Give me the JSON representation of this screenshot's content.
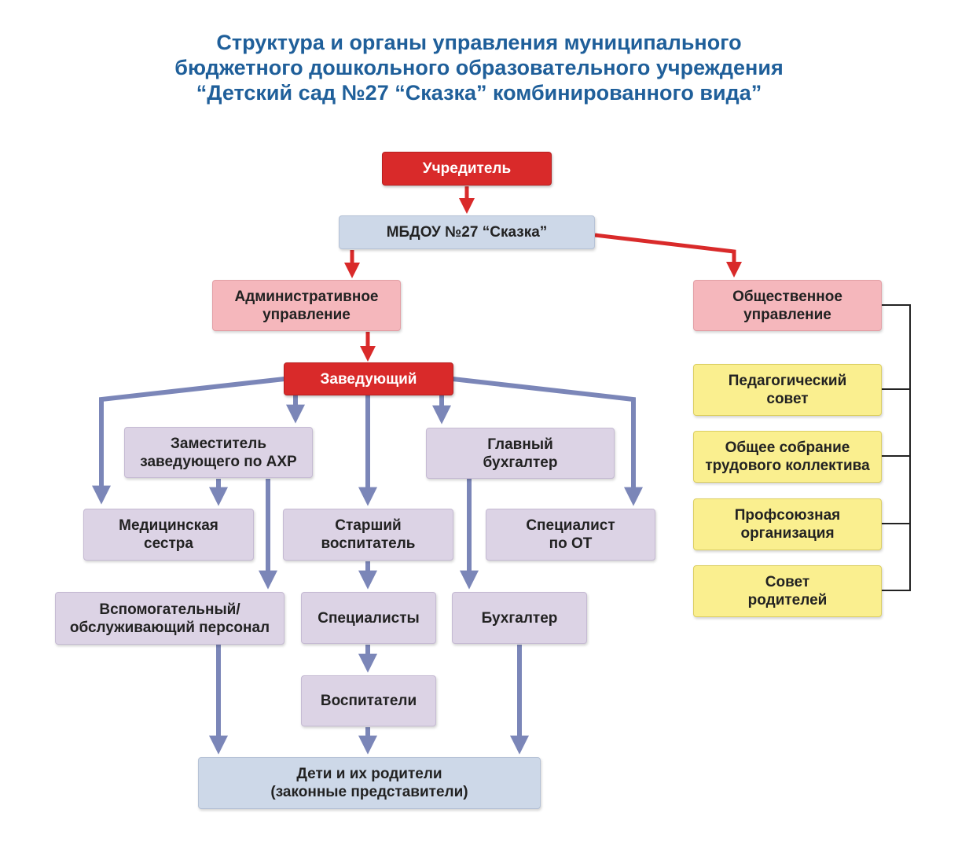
{
  "title": {
    "line1": "Структура и органы управления муниципального",
    "line2": "бюджетного дошкольного образовательного учреждения",
    "line3": "“Детский сад №27 “Сказка” комбинированного вида”"
  },
  "nodes": {
    "founder": "Учредитель",
    "mbdou": "МБДОУ №27 “Сказка”",
    "admin": "Административное\nуправление",
    "public": "Общественное\nуправление",
    "head": "Заведующий",
    "deputy": "Заместитель\nзаведующего по АХР",
    "chief_accountant": "Главный\nбухгалтер",
    "nurse": "Медицинская\nсестра",
    "senior_teacher": "Старший\nвоспитатель",
    "ot_specialist": "Специалист\nпо ОТ",
    "support_staff": "Вспомогательный/\nобслуживающий персонал",
    "specialists": "Специалисты",
    "accountant": "Бухгалтер",
    "teachers": "Воспитатели",
    "children": "Дети и их родители\n(законные представители)",
    "ped_council": "Педагогический\nсовет",
    "general_meeting": "Общее собрание\nтрудового коллектива",
    "union": "Профсоюзная\nорганизация",
    "parents_council": "Совет\nродителей"
  },
  "colors": {
    "title": "#1f5f9a",
    "red_arrow": "#d92a2a",
    "blue_arrow": "#7b86b8",
    "black_line": "#222222"
  }
}
